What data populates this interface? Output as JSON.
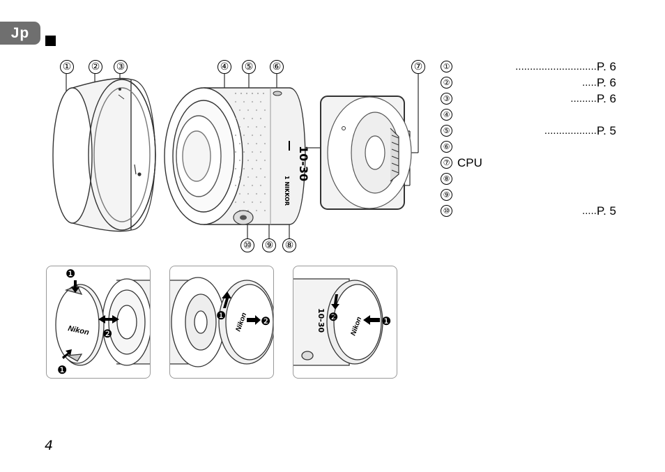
{
  "page": {
    "language_tab": "Jp",
    "page_number": "4"
  },
  "callouts": {
    "top": [
      "①",
      "②",
      "③",
      "④",
      "⑤",
      "⑥",
      "⑦"
    ],
    "bottom": [
      "⑩",
      "⑨",
      "⑧"
    ]
  },
  "parts": [
    {
      "num": "①",
      "label": "",
      "dots": "............................",
      "ref": "P. 6"
    },
    {
      "num": "②",
      "label": "",
      "dots": ".....",
      "ref": "P. 6"
    },
    {
      "num": "③",
      "label": "",
      "dots": ".........",
      "ref": "P. 6"
    },
    {
      "num": "④",
      "label": "",
      "dots": "",
      "ref": ""
    },
    {
      "num": "⑤",
      "label": "",
      "dots": "..................",
      "ref": "P. 5"
    },
    {
      "num": "⑥",
      "label": "",
      "dots": "",
      "ref": ""
    },
    {
      "num": "⑦",
      "label": "CPU",
      "dots": "",
      "ref": ""
    },
    {
      "num": "⑧",
      "label": "",
      "dots": "",
      "ref": ""
    },
    {
      "num": "⑨",
      "label": "",
      "dots": "",
      "ref": ""
    },
    {
      "num": "⑩",
      "label": "",
      "dots": ".....",
      "ref": "P. 5"
    }
  ],
  "lens": {
    "focal_range": "10-30",
    "brand_ring": "1 NIKKOR"
  },
  "steps": {
    "one": "❶",
    "two": "❷",
    "cap_brand": "Nikon"
  }
}
